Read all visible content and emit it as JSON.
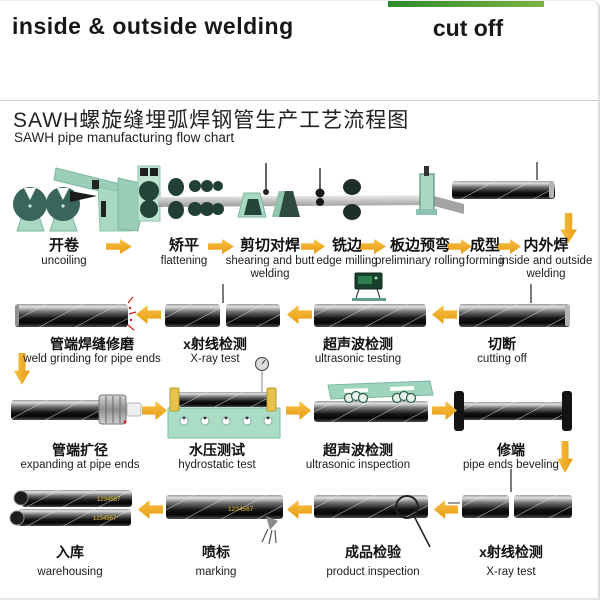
{
  "header": {
    "left_caption": "inside & outside welding",
    "right_caption": "cut off"
  },
  "title": {
    "zh": "SAWH螺旋缝埋弧焊钢管生产工艺流程图",
    "en": "SAWH pipe manufacturing flow chart"
  },
  "pipe_marking_text": "1234567",
  "colors": {
    "flow_arrow": "#efa316",
    "machine_teal": "#a9d8c3",
    "machine_teal_dark": "#7db6a0",
    "coil_green": "#3a655a",
    "green_bar_left": "#2e8b2e",
    "green_bar_right": "#7cb342",
    "pipe_dark": "#151515"
  },
  "rows": [
    {
      "name": "forming-line",
      "direction": "right",
      "steps": [
        {
          "zh": "开卷",
          "en": "uncoiling"
        },
        {
          "zh": "矫平",
          "en": "flattening"
        },
        {
          "zh": "剪切对焊",
          "en": "shearing and butt welding"
        },
        {
          "zh": "铣边",
          "en": "edge milling"
        },
        {
          "zh": "板边预弯",
          "en": "preliminary rolling"
        },
        {
          "zh": "成型",
          "en": "forming"
        },
        {
          "zh": "内外焊",
          "en": "inside and outside welding"
        }
      ]
    },
    {
      "name": "inspection-line-1",
      "direction": "left",
      "steps": [
        {
          "zh": "管端焊缝修磨",
          "en": "weld grinding for pipe ends"
        },
        {
          "zh": "x射线检测",
          "en": "X-ray test"
        },
        {
          "zh": "超声波检测",
          "en": "ultrasonic testing"
        },
        {
          "zh": "切断",
          "en": "cutting off"
        }
      ]
    },
    {
      "name": "finishing-line",
      "direction": "right",
      "steps": [
        {
          "zh": "管端扩径",
          "en": "expanding at pipe ends"
        },
        {
          "zh": "水压测试",
          "en": "hydrostatic test"
        },
        {
          "zh": "超声波检测",
          "en": "ultrasonic inspection"
        },
        {
          "zh": "修端",
          "en": "pipe ends beveling"
        }
      ]
    },
    {
      "name": "final-line",
      "direction": "left",
      "steps": [
        {
          "zh": "入库",
          "en": "warehousing"
        },
        {
          "zh": "喷标",
          "en": "marking"
        },
        {
          "zh": "成品检验",
          "en": "product inspection"
        },
        {
          "zh": "x射线检测",
          "en": "X-ray test"
        }
      ]
    }
  ]
}
